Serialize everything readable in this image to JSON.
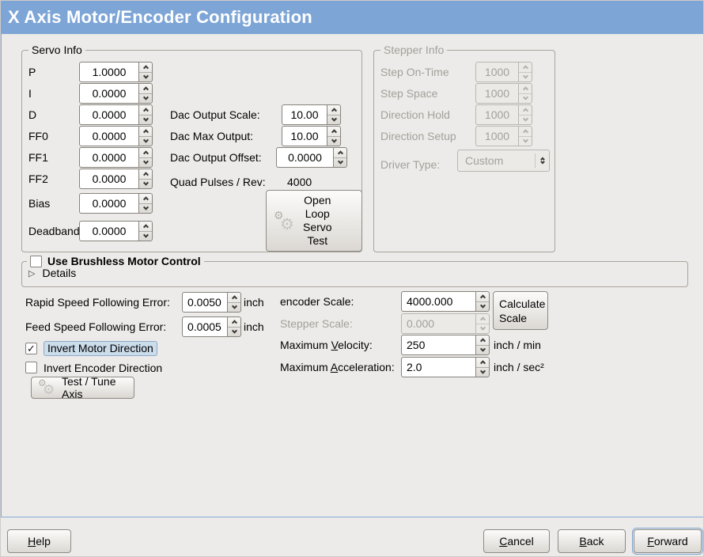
{
  "window": {
    "title": "X Axis Motor/Encoder Configuration"
  },
  "colors": {
    "titlebar": "#7da5d6",
    "background": "#ecebe9",
    "content_border": "#86aad8",
    "focus_ring": "#7aa2d0",
    "selection_highlight": "#cbdceb",
    "disabled_text": "#a1a19b"
  },
  "icons": {
    "check": "✓",
    "expander_collapsed": "▷",
    "gear": "⚙"
  },
  "servo": {
    "title": "Servo Info",
    "fields": [
      {
        "label": "P",
        "value": "1.0000"
      },
      {
        "label": "I",
        "value": "0.0000"
      },
      {
        "label": "D",
        "value": "0.0000"
      },
      {
        "label": "FF0",
        "value": "0.0000"
      },
      {
        "label": "FF1",
        "value": "0.0000"
      },
      {
        "label": "FF2",
        "value": "0.0000"
      },
      {
        "label": "Bias",
        "value": "0.0000"
      },
      {
        "label": "Deadband",
        "value": "0.0000"
      }
    ],
    "dac": [
      {
        "label": "Dac Output Scale:",
        "value": "10.00"
      },
      {
        "label": "Dac Max Output:",
        "value": "10.00"
      },
      {
        "label": "Dac Output Offset:",
        "value": "0.0000"
      }
    ],
    "quad": {
      "label": "Quad Pulses / Rev:",
      "value": "4000"
    },
    "open_loop_test": "Open\nLoop\nServo\nTest"
  },
  "stepper": {
    "title": "Stepper Info",
    "fields": [
      {
        "label": "Step On-Time",
        "value": "1000"
      },
      {
        "label": "Step Space",
        "value": "1000"
      },
      {
        "label": "Direction Hold",
        "value": "1000"
      },
      {
        "label": "Direction Setup",
        "value": "1000"
      }
    ],
    "driver": {
      "label": "Driver Type:",
      "value": "Custom"
    }
  },
  "brushless": {
    "label": "Use Brushless Motor Control",
    "details": "Details"
  },
  "tuning": {
    "rapid": {
      "label": "Rapid Speed Following Error:",
      "value": "0.0050",
      "unit": "inch"
    },
    "feed": {
      "label": "Feed Speed Following Error:",
      "value": "0.0005",
      "unit": "inch"
    },
    "invert_motor": {
      "label": "Invert Motor Direction"
    },
    "invert_encoder": {
      "label": "Invert Encoder Direction"
    },
    "test_tune": "Test / Tune Axis"
  },
  "scale": {
    "encoder": {
      "label": "encoder Scale:",
      "value": "4000.000"
    },
    "stepper": {
      "label": "Stepper Scale:",
      "value": "0.000"
    },
    "velocity": {
      "pre": "Maximum ",
      "mn": "V",
      "post": "elocity:",
      "value": "250",
      "unit": "inch / min"
    },
    "accel": {
      "pre": "Maximum ",
      "mn": "A",
      "post": "cceleration:",
      "value": "2.0",
      "unit": "inch / sec²"
    },
    "calculate": "Calculate\nScale"
  },
  "actions": {
    "help": {
      "mn": "H",
      "rest": "elp"
    },
    "cancel": {
      "mn": "C",
      "rest": "ancel"
    },
    "back": {
      "mn": "B",
      "rest": "ack"
    },
    "forward": {
      "mn": "F",
      "rest": "orward"
    }
  }
}
